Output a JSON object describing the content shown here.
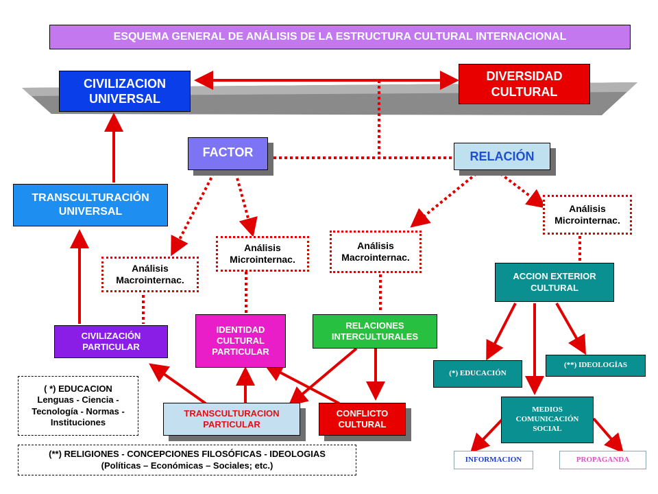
{
  "title": "ESQUEMA GENERAL DE  ANÁLISIS DE LA ESTRUCTURA CULTURAL INTERNACIONAL",
  "nodes": {
    "civilizacion_universal": "CIVILIZACION UNIVERSAL",
    "diversidad_cultural": "DIVERSIDAD CULTURAL",
    "factor": "FACTOR",
    "relacion": "RELACIÓN",
    "transculturacion_universal": "TRANSCULTURACIÓN UNIVERSAL",
    "analisis_macro_left": "Análisis Macrointernac.",
    "analisis_micro_mid": "Análisis Microinternac.",
    "analisis_macro_right": "Análisis Macrointernac.",
    "analisis_micro_right": "Análisis Microinternac.",
    "civilizacion_particular": "CIVILIZACIÓN PARTICULAR",
    "identidad_cultural": "IDENTIDAD CULTURAL PARTICULAR",
    "relaciones_interculturales": "RELACIONES INTERCULTURALES",
    "accion_exterior": "ACCION EXTERIOR CULTURAL",
    "educacion": "(*) EDUCACIÓN",
    "ideologias": "(**) IDEOLOGÍAS",
    "medios": "MEDIOS COMUNICACIÓN SOCIAL",
    "informacion": "INFORMACION",
    "propaganda": "PROPAGANDA",
    "transculturacion_particular": "TRANSCULTURACION PARTICULAR",
    "conflicto_cultural": "CONFLICTO CULTURAL"
  },
  "notes": {
    "educacion_note": "( *) EDUCACION Lenguas - Ciencia - Tecnología - Normas - Instituciones",
    "ideologias_note_line1": "(**) RELIGIONES - CONCEPCIONES FILOSÓFICAS - IDEOLOGIAS",
    "ideologias_note_line2": "(Políticas – Económicas – Sociales; etc.)"
  },
  "colors": {
    "title_bg": "#c478f0",
    "civilizacion_universal": "#0a3ee8",
    "diversidad_cultural": "#e80000",
    "factor": "#7c74f2",
    "relacion": "#bfe0ee",
    "transculturacion_universal": "#1e8ff0",
    "civilizacion_particular": "#8a1ee6",
    "identidad_cultural": "#ea1ec8",
    "relaciones_interculturales": "#28c040",
    "teal": "#0a9090",
    "transculturacion_particular": "#c4e0f0",
    "conflicto_cultural": "#e80000",
    "arrow": "#e00000"
  }
}
